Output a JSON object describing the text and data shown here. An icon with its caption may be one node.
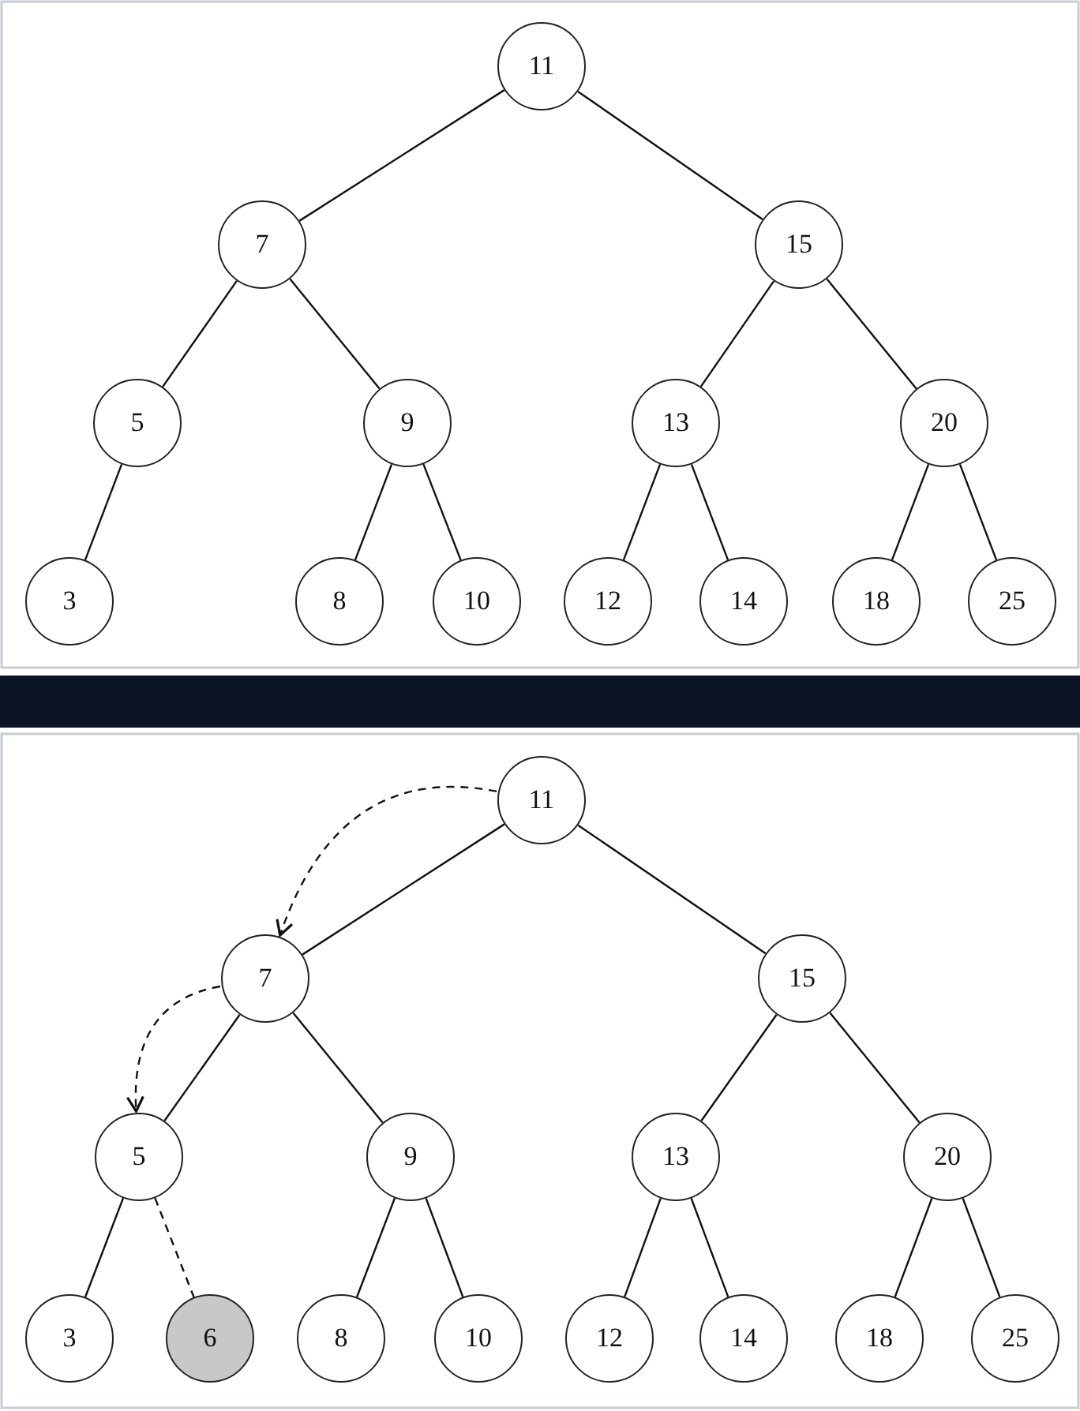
{
  "diagram": {
    "nodes": [
      {
        "text": [
          "11"
        ]
      },
      {
        "text": [
          "7"
        ]
      },
      {
        "text": [
          "15"
        ]
      },
      {
        "text": [
          "5"
        ]
      },
      {
        "text": [
          "9"
        ]
      },
      {
        "text": [
          "13"
        ]
      },
      {
        "text": [
          "20"
        ]
      },
      {
        "text": [
          "3"
        ]
      },
      {
        "text": [
          "8"
        ]
      },
      {
        "text": [
          "10"
        ]
      },
      {
        "text": [
          "12"
        ]
      },
      {
        "text": [
          "14"
        ]
      },
      {
        "text": [
          "18"
        ]
      },
      {
        "text": [
          "25"
        ]
      },
      {
        "text": [
          "11"
        ]
      },
      {
        "text": [
          "7"
        ]
      },
      {
        "text": [
          "15"
        ]
      },
      {
        "text": [
          "5"
        ]
      },
      {
        "text": [
          "9"
        ]
      },
      {
        "text": [
          "13"
        ]
      },
      {
        "text": [
          "20"
        ]
      },
      {
        "text": [
          "3"
        ]
      },
      {
        "text": [
          "6"
        ]
      },
      {
        "text": [
          "8"
        ]
      },
      {
        "text": [
          "10"
        ]
      },
      {
        "text": [
          "12"
        ]
      },
      {
        "text": [
          "14"
        ]
      },
      {
        "text": [
          "18"
        ]
      },
      {
        "text": [
          "25"
        ]
      }
    ],
    "edges": [
      {
        "from": 0,
        "to": 1,
        "arrow": "none"
      },
      {
        "from": 0,
        "to": 2,
        "arrow": "none"
      },
      {
        "from": 1,
        "to": 3,
        "arrow": "none"
      },
      {
        "from": 1,
        "to": 4,
        "arrow": "none"
      },
      {
        "from": 2,
        "to": 5,
        "arrow": "none"
      },
      {
        "from": 2,
        "to": 6,
        "arrow": "none"
      },
      {
        "from": 3,
        "to": 7,
        "arrow": "none"
      },
      {
        "from": 4,
        "to": 8,
        "arrow": "none"
      },
      {
        "from": 4,
        "to": 9,
        "arrow": "none"
      },
      {
        "from": 5,
        "to": 10,
        "arrow": "none"
      },
      {
        "from": 5,
        "to": 11,
        "arrow": "none"
      },
      {
        "from": 6,
        "to": 12,
        "arrow": "none"
      },
      {
        "from": 6,
        "to": 13,
        "arrow": "none"
      },
      {
        "from": 14,
        "to": 15,
        "arrow": "none"
      },
      {
        "from": 14,
        "to": 16,
        "arrow": "none"
      },
      {
        "from": 15,
        "to": 17,
        "arrow": "none"
      },
      {
        "from": 15,
        "to": 18,
        "arrow": "none"
      },
      {
        "from": 16,
        "to": 19,
        "arrow": "none"
      },
      {
        "from": 16,
        "to": 20,
        "arrow": "none"
      },
      {
        "from": 17,
        "to": 21,
        "arrow": "none"
      },
      {
        "from": 17,
        "to": 22,
        "arrow": "none",
        "style": "dashed"
      },
      {
        "from": 18,
        "to": 23,
        "arrow": "none"
      },
      {
        "from": 18,
        "to": 24,
        "arrow": "none"
      },
      {
        "from": 19,
        "to": 25,
        "arrow": "none"
      },
      {
        "from": 19,
        "to": 26,
        "arrow": "none"
      },
      {
        "from": 20,
        "to": 27,
        "arrow": "none"
      },
      {
        "from": 20,
        "to": 28,
        "arrow": "none"
      },
      {
        "from": 14,
        "to": 15,
        "arrow": "to",
        "style": "dashed"
      },
      {
        "from": 15,
        "to": 17,
        "arrow": "to",
        "style": "dashed"
      }
    ]
  }
}
